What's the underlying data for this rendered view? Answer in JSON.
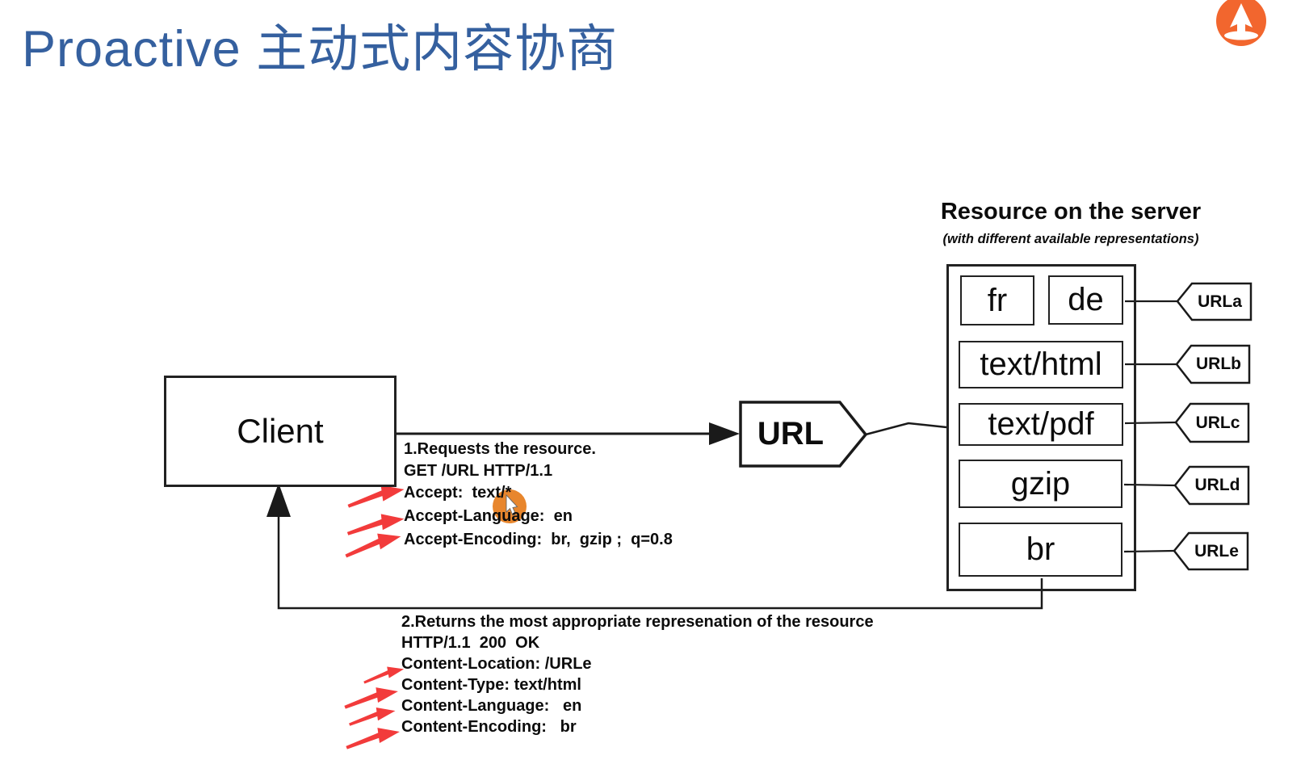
{
  "title": "Proactive 主动式内容协商",
  "diagram": {
    "client_label": "Client",
    "url_label": "URL",
    "server": {
      "heading": "Resource on the server",
      "subheading": "(with different available representations)",
      "representations": [
        "fr",
        "de",
        "text/html",
        "text/pdf",
        "gzip",
        "br"
      ],
      "url_tags": [
        "URLa",
        "URLb",
        "URLc",
        "URLd",
        "URLe"
      ]
    },
    "request": {
      "lines": [
        "1.Requests the resource.",
        "GET /URL HTTP/1.1",
        "Accept:  text/*",
        "Accept-Language:  en",
        "Accept-Encoding:  br,  gzip ;  q=0.8"
      ]
    },
    "response": {
      "lines": [
        "2.Returns the most appropriate represenation of the resource",
        "HTTP/1.1  200  OK",
        "Content-Location: /URLe",
        "Content-Type: text/html",
        "Content-Language:   en",
        "Content-Encoding:   br"
      ]
    }
  },
  "icons": {
    "logo": "orange-circle-arrow-logo",
    "cursor": "orange-highlight-mouse-pointer",
    "annotation_arrows": "red-marker-arrows"
  },
  "colors": {
    "title_blue": "#35609f",
    "diagram_ink": "#1a1a1a",
    "annotation_red": "#f23b3b",
    "cursor_orange": "#e8862d",
    "logo_orange": "#f2662e",
    "background": "#ffffff"
  }
}
